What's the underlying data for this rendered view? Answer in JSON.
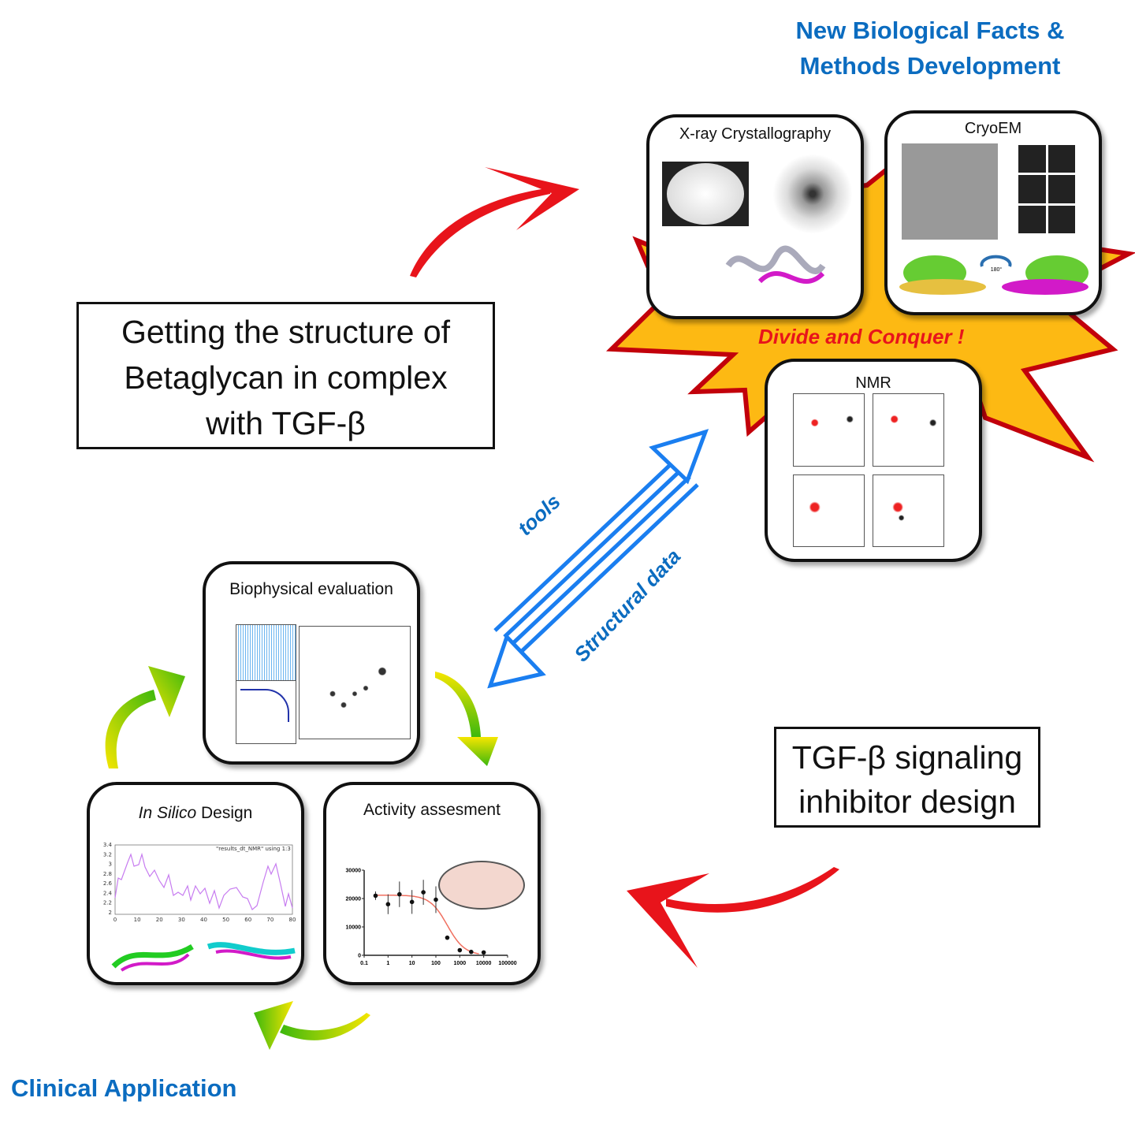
{
  "header": {
    "line1": "New Biological Facts &",
    "line2": "Methods Development"
  },
  "structure_box": {
    "line1": "Getting the structure of",
    "line2": "Betaglycan in complex",
    "line3": "with TGF-β"
  },
  "burst_label": "Divide and Conquer !",
  "cards": {
    "xray": {
      "title": "X-ray Crystallography"
    },
    "cryoem": {
      "title": "CryoEM",
      "rotation_label": "180°"
    },
    "nmr": {
      "title": "NMR"
    },
    "biophysical": {
      "title": "Biophysical evaluation"
    },
    "insilico": {
      "title_italic": "In Silico",
      "title_rest": " Design",
      "legend": "\"results_dt_NMR\" using 1:3",
      "y_ticks": [
        "3.4",
        "3.2",
        "3",
        "2.8",
        "2.6",
        "2.4",
        "2.2",
        "2"
      ],
      "x_ticks": [
        "0",
        "10",
        "20",
        "30",
        "40",
        "50",
        "60",
        "70",
        "80"
      ]
    },
    "activity": {
      "title": "Activity assesment"
    }
  },
  "arrow_labels": {
    "tools": "tools",
    "structural": "Structural data"
  },
  "inhibitor_box": {
    "line1": "TGF-β signaling",
    "line2": "inhibitor design"
  },
  "footer": {
    "clinical": "Clinical Application"
  },
  "colors": {
    "blue": "#0b6cc0",
    "red": "#e8141b",
    "burst": "#fdb913",
    "burst_border": "#c2000b",
    "arrow_blue": "#1a7ef0"
  },
  "chart_data": {
    "type": "scatter",
    "title": "Activity assesment",
    "x_scale": "log",
    "x_ticks": [
      "0.1",
      "1",
      "10",
      "100",
      "1000",
      "10000",
      "100000"
    ],
    "y_ticks": [
      "0",
      "10000",
      "20000",
      "30000"
    ],
    "ylim": [
      0,
      30000
    ],
    "points": [
      {
        "x": 0.3,
        "y": 21000,
        "err": 1500
      },
      {
        "x": 1,
        "y": 18000,
        "err": 3500
      },
      {
        "x": 3,
        "y": 21500,
        "err": 4500
      },
      {
        "x": 10,
        "y": 18800,
        "err": 4200
      },
      {
        "x": 30,
        "y": 22200,
        "err": 4400
      },
      {
        "x": 100,
        "y": 19600,
        "err": 4700
      },
      {
        "x": 300,
        "y": 6200,
        "err": 0
      },
      {
        "x": 1000,
        "y": 1800,
        "err": 0
      },
      {
        "x": 3000,
        "y": 1200,
        "err": 0
      },
      {
        "x": 10000,
        "y": 1000,
        "err": 0
      }
    ],
    "fit": {
      "top": 21200,
      "bottom": 0,
      "ic50": 300,
      "hill": 1.2
    }
  }
}
